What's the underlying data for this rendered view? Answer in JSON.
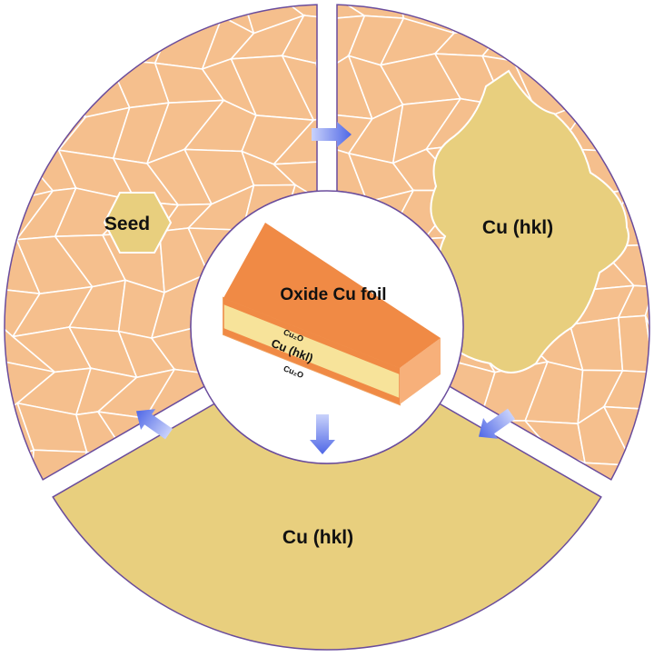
{
  "labels": {
    "seed": "Seed",
    "top_right": "Cu (hkl)",
    "bottom": "Cu (hkl)",
    "foil_title": "Oxide Cu foil",
    "layer_top": "Cu₂O",
    "layer_middle": "Cu (hkl)",
    "layer_bottom": "Cu₂O"
  },
  "colors": {
    "grain": "#f5bf8d",
    "single_crystal": "#e8cf7e",
    "outline": "#6a4c9c",
    "arrow": "#6b80ea",
    "foil_top": "#f08a45",
    "foil_layer": "#f7e39a"
  }
}
